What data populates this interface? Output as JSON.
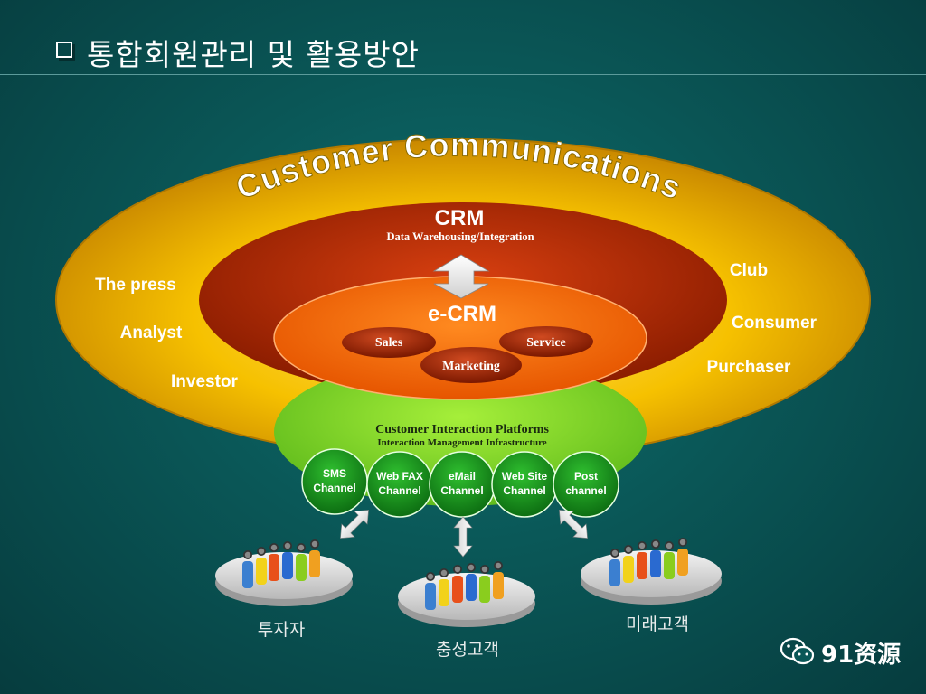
{
  "slide": {
    "title": "통합회원관리 및 활용방안"
  },
  "outer": {
    "banner": "Customer Communications",
    "left_labels": [
      "The press",
      "Analyst",
      "Investor"
    ],
    "right_labels": [
      "Club",
      "Consumer",
      "Purchaser"
    ]
  },
  "crm": {
    "title": "CRM",
    "subtitle": "Data Warehousing/Integration"
  },
  "ecrm": {
    "title": "e-CRM",
    "modules": [
      "Sales",
      "Service",
      "Marketing"
    ]
  },
  "platform": {
    "title": "Customer Interaction Platforms",
    "subtitle": "Interaction Management Infrastructure",
    "channels": [
      {
        "line1": "SMS",
        "line2": "Channel"
      },
      {
        "line1": "Web FAX",
        "line2": "Channel"
      },
      {
        "line1": "eMail",
        "line2": "Channel"
      },
      {
        "line1": "Web Site",
        "line2": "Channel"
      },
      {
        "line1": "Post",
        "line2": "channel"
      }
    ]
  },
  "groups": [
    "투자자",
    "충성고객",
    "미래고객"
  ],
  "watermark": {
    "icon": "wechat-icon",
    "text": "91资源"
  },
  "colors": {
    "outer": "#f0b400",
    "crm": "#b52a00",
    "ecrm": "#ff6a00",
    "platform": "#7ed321",
    "channel": "#1e9a1e"
  }
}
